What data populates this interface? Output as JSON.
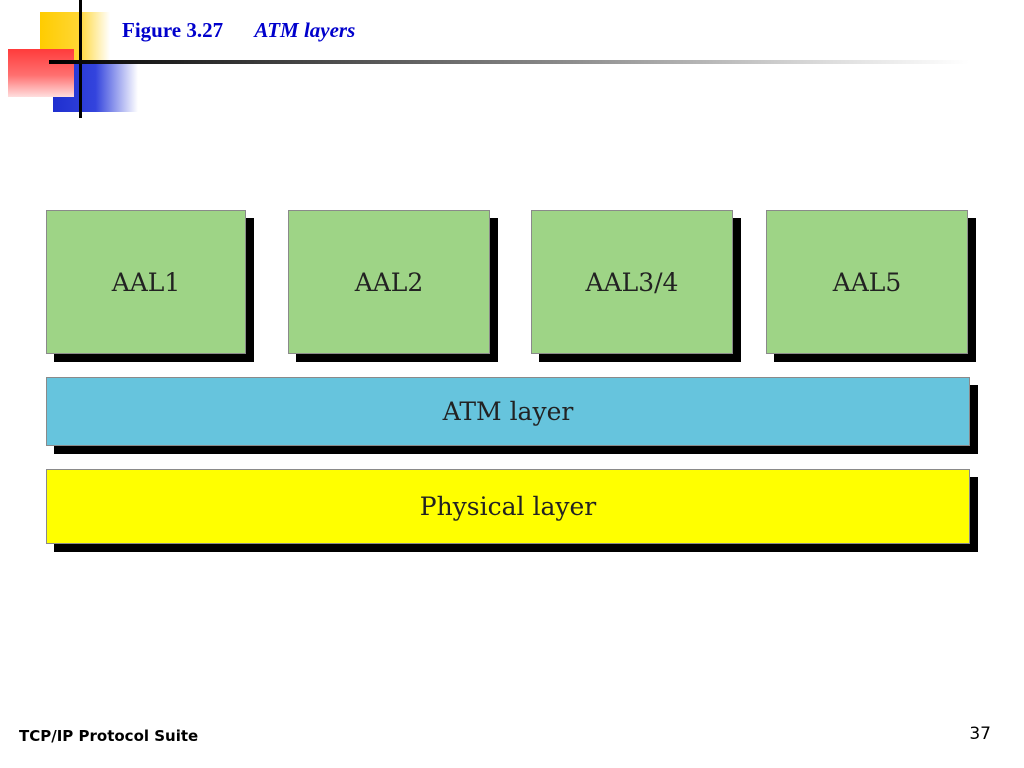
{
  "title": {
    "figure_number": "Figure 3.27",
    "figure_name": "ATM layers"
  },
  "diagram": {
    "aal_boxes": [
      "AAL1",
      "AAL2",
      "AAL3/4",
      "AAL5"
    ],
    "atm_layer": "ATM layer",
    "physical_layer": "Physical layer"
  },
  "colors": {
    "title": "#0000cc",
    "aal_fill": "#9ed486",
    "atm_fill": "#66c4dd",
    "physical_fill": "#ffff00",
    "shadow": "#000000"
  },
  "footer": {
    "left_text": "TCP/IP Protocol Suite",
    "page_number": "37"
  }
}
